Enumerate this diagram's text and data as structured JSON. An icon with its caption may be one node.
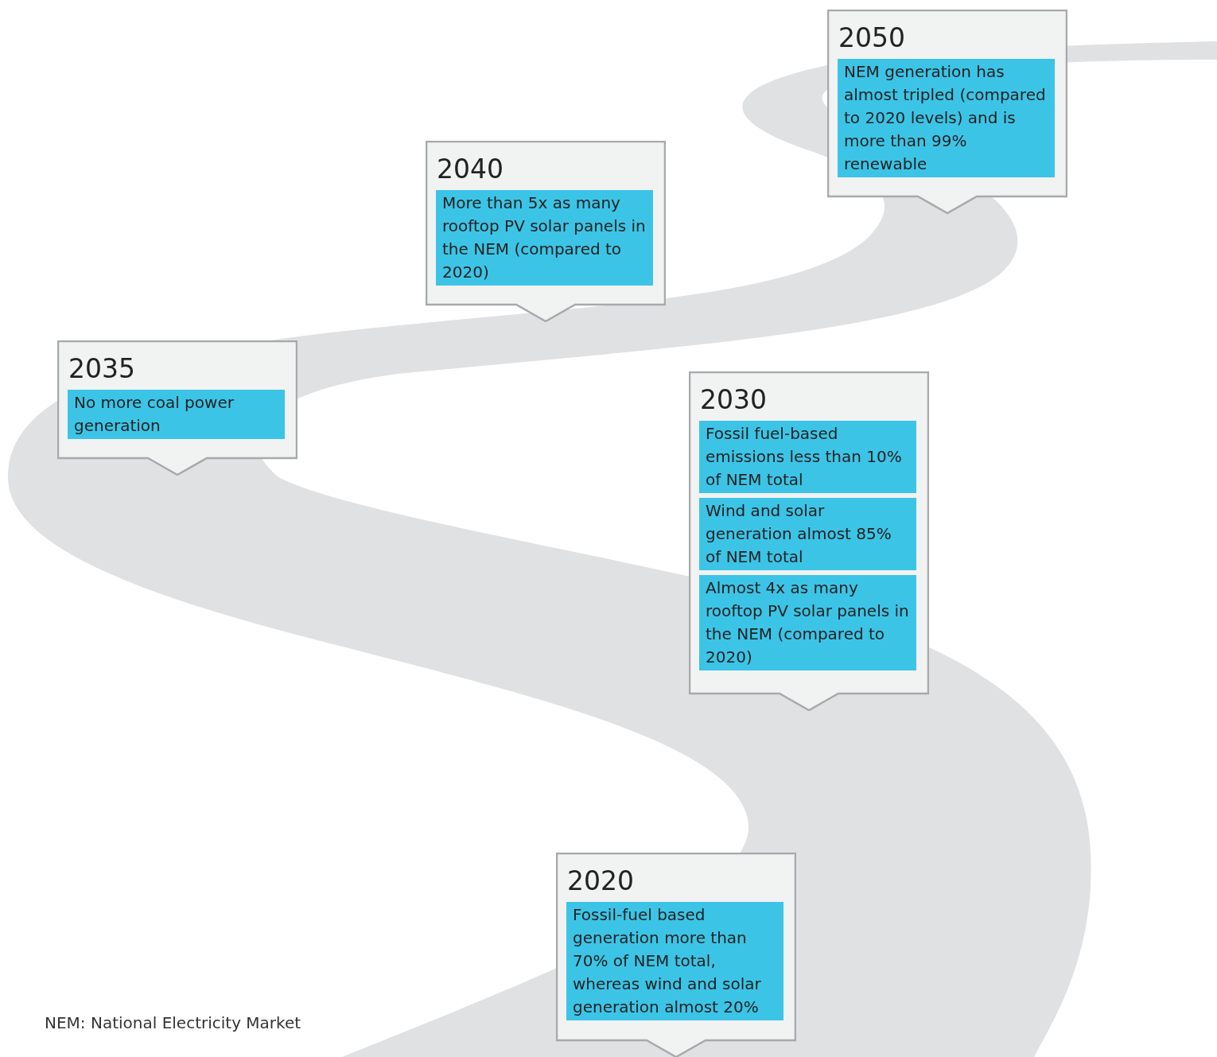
{
  "diagram": {
    "nodes": [
      {
        "text": [
          "2050",
          "NEM generation has almost tripled (compared to 2020 levels) and is more than 99% renewable"
        ]
      },
      {
        "text": [
          "2040",
          "More than 5x as many rooftop PV solar panels in the NEM (compared to 2020)"
        ]
      },
      {
        "text": [
          "2035",
          "No more coal power generation"
        ]
      },
      {
        "text": [
          "2030",
          "Fossil fuel-based emissions less than 10% of NEM total",
          "Wind and solar generation almost 85% of NEM total",
          "Almost 4x as many rooftop PV solar panels in the NEM (compared to 2020)"
        ]
      },
      {
        "text": [
          "2020",
          "Fossil-fuel based generation more than 70% of NEM total, whereas wind and solar generation almost 20%"
        ]
      }
    ],
    "edges": [],
    "labels": [
      "NEM: National Electricity Market"
    ]
  }
}
